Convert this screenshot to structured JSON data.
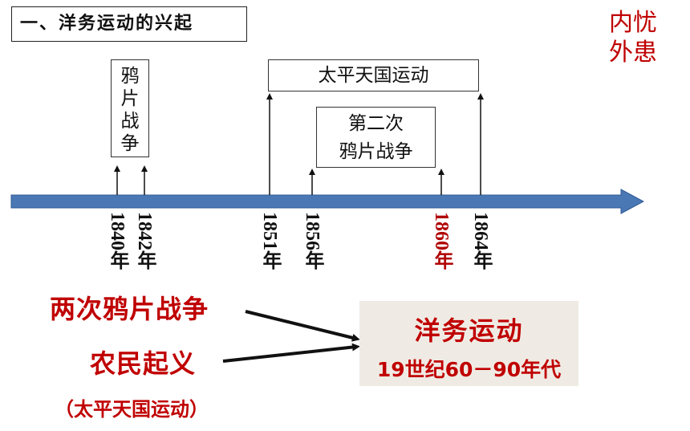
{
  "title": "一、洋务运动的兴起",
  "corner_note": [
    "内忧",
    "外患"
  ],
  "timeline": {
    "years": [
      {
        "label": "1840年",
        "highlight": false
      },
      {
        "label": "1842年",
        "highlight": false
      },
      {
        "label": "1851年",
        "highlight": false
      },
      {
        "label": "1856年",
        "highlight": false
      },
      {
        "label": "1860年",
        "highlight": true
      },
      {
        "label": "1864年",
        "highlight": false
      }
    ],
    "events": {
      "opium_war_1": [
        "鸦",
        "片",
        "战",
        "争"
      ],
      "taiping": "太平天国运动",
      "opium_war_2": [
        "第二次",
        "鸦片战争"
      ]
    }
  },
  "causes": {
    "wars": "两次鸦片战争",
    "uprising": "农民起义",
    "uprising_note": "（太平天国运动）"
  },
  "result": {
    "title": "洋务运动",
    "period": "19世纪60－90年代"
  },
  "colors": {
    "accent_red": "#c00000",
    "timeline_blue": "#4a78b5",
    "result_bg": "#efebe4"
  }
}
